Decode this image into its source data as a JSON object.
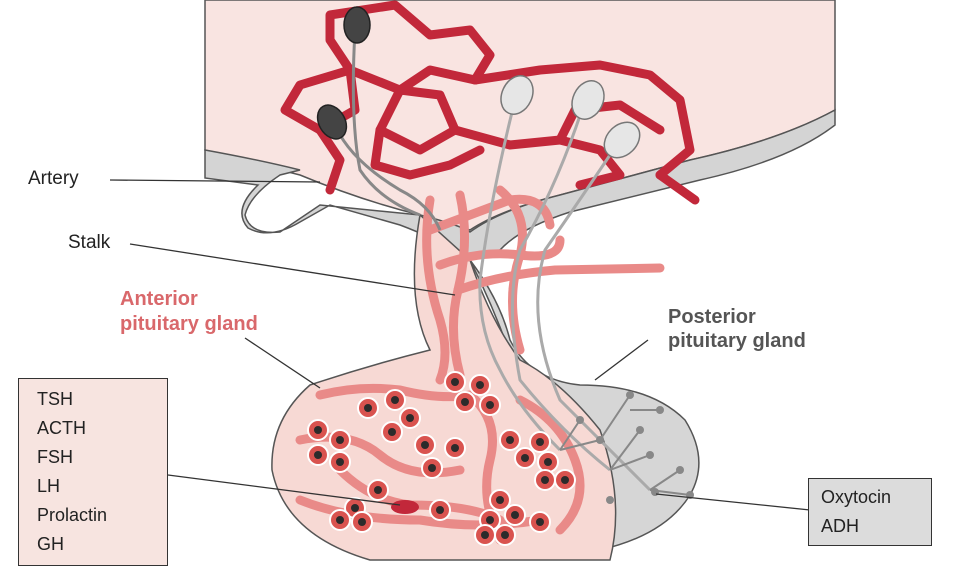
{
  "labels": {
    "artery": "Artery",
    "stalk": "Stalk",
    "anterior_line1": "Anterior",
    "anterior_line2": "pituitary gland",
    "posterior_line1": "Posterior",
    "posterior_line2": "pituitary gland"
  },
  "anterior_hormones": [
    "TSH",
    "ACTH",
    "FSH",
    "LH",
    "Prolactin",
    "GH"
  ],
  "posterior_hormones": [
    "Oxytocin",
    "ADH"
  ],
  "colors": {
    "hypothalamus": "#f9e4e1",
    "bone_gray": "#d4d4d4",
    "vessel_dark": "#c2283a",
    "vessel_light": "#e98a88",
    "anterior_fill": "#f7d9d4",
    "posterior_fill": "#d6d6d6",
    "cell_red": "#d9534f",
    "nucleus": "#2b2b2b",
    "label_red": "#d9686b",
    "label_gray": "#555555"
  }
}
